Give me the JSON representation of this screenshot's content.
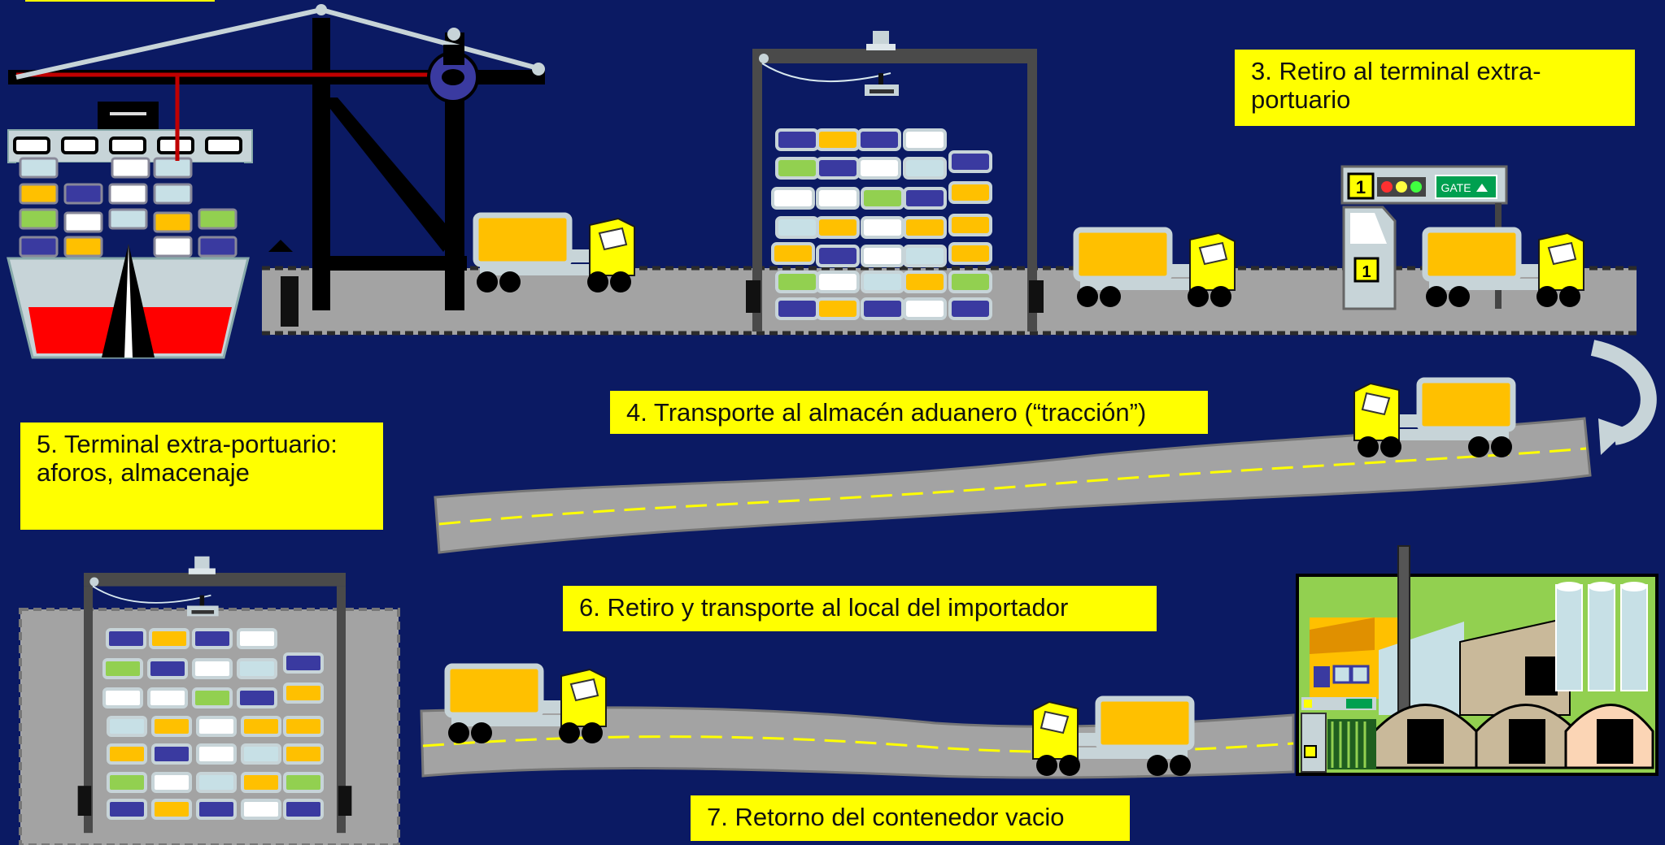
{
  "steps": {
    "step3": "3. Retiro al terminal  extra-portuario",
    "step4": "4. Transporte al almacén aduanero (“tracción”)",
    "step5": "5. Terminal extra-portuario: aforos, almacenaje",
    "step6": "6. Retiro y transporte al local del importador",
    "step7": "7. Retorno del contenedor vacio"
  },
  "gate": {
    "number": "1",
    "sign": "GATE"
  },
  "colors": {
    "background": "#0b1a63",
    "label": "#ffff00",
    "road": "#a3a3a3",
    "truck_cab": "#ffff00",
    "container": "#ffc000",
    "ship_hull": "#ff0000"
  }
}
